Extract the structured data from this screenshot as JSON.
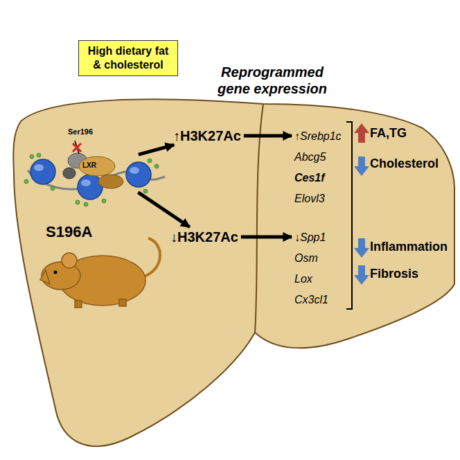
{
  "diagram": {
    "nodes": [
      {
        "text": [
          "High dietary fat & cholesterol"
        ]
      },
      {
        "text": [
          "Ser196",
          "LXR"
        ]
      },
      {
        "text": [
          "↑H3K27Ac"
        ]
      },
      {
        "text": [
          "↓H3K27Ac"
        ]
      },
      {
        "text": [
          "↑Srebp1c",
          "Abcg5",
          "Ces1f",
          "Elovl3"
        ]
      },
      {
        "text": [
          "↓Spp1",
          "Osm",
          "Lox",
          "Cx3cl1"
        ]
      }
    ],
    "edges": [
      {
        "from": 1,
        "to": 2,
        "arrow": "to"
      },
      {
        "from": 1,
        "to": 3,
        "arrow": "to"
      },
      {
        "from": 2,
        "to": 4,
        "arrow": "to"
      },
      {
        "from": 3,
        "to": 5,
        "arrow": "to"
      }
    ],
    "labels": [
      "Reprogrammed gene expression",
      "S196A",
      "FA,TG",
      "Cholesterol",
      "Inflammation",
      "Fibrosis"
    ]
  }
}
